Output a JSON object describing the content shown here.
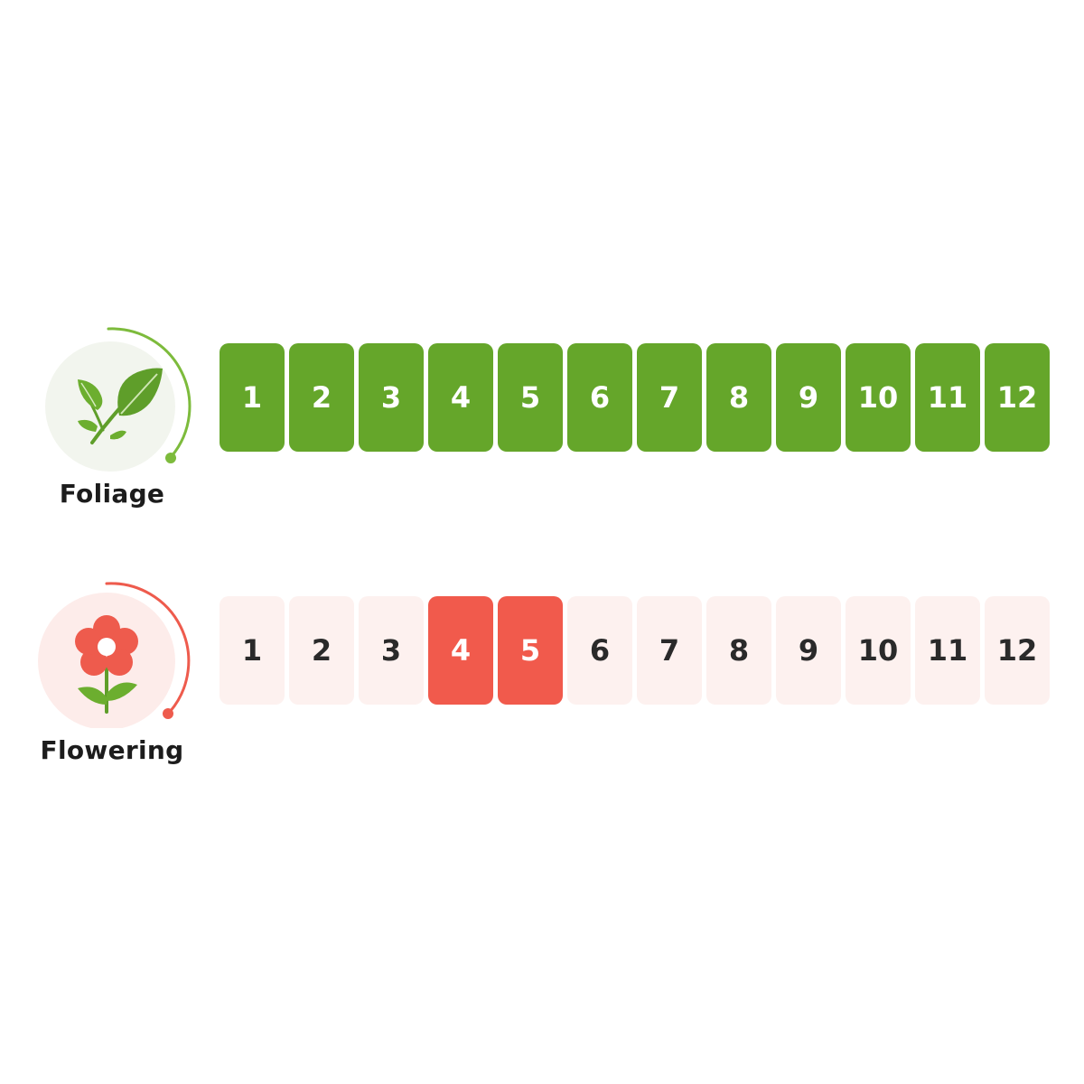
{
  "foliage": {
    "label": "Foliage",
    "icon": "leaf-icon",
    "color": "#65a62a",
    "months": [
      "1",
      "2",
      "3",
      "4",
      "5",
      "6",
      "7",
      "8",
      "9",
      "10",
      "11",
      "12"
    ],
    "active_months": [
      1,
      2,
      3,
      4,
      5,
      6,
      7,
      8,
      9,
      10,
      11,
      12
    ]
  },
  "flowering": {
    "label": "Flowering",
    "icon": "flower-icon",
    "color": "#f15a4c",
    "inactive_color": "#fdf1ef",
    "months": [
      "1",
      "2",
      "3",
      "4",
      "5",
      "6",
      "7",
      "8",
      "9",
      "10",
      "11",
      "12"
    ],
    "active_months": [
      4,
      5
    ]
  }
}
